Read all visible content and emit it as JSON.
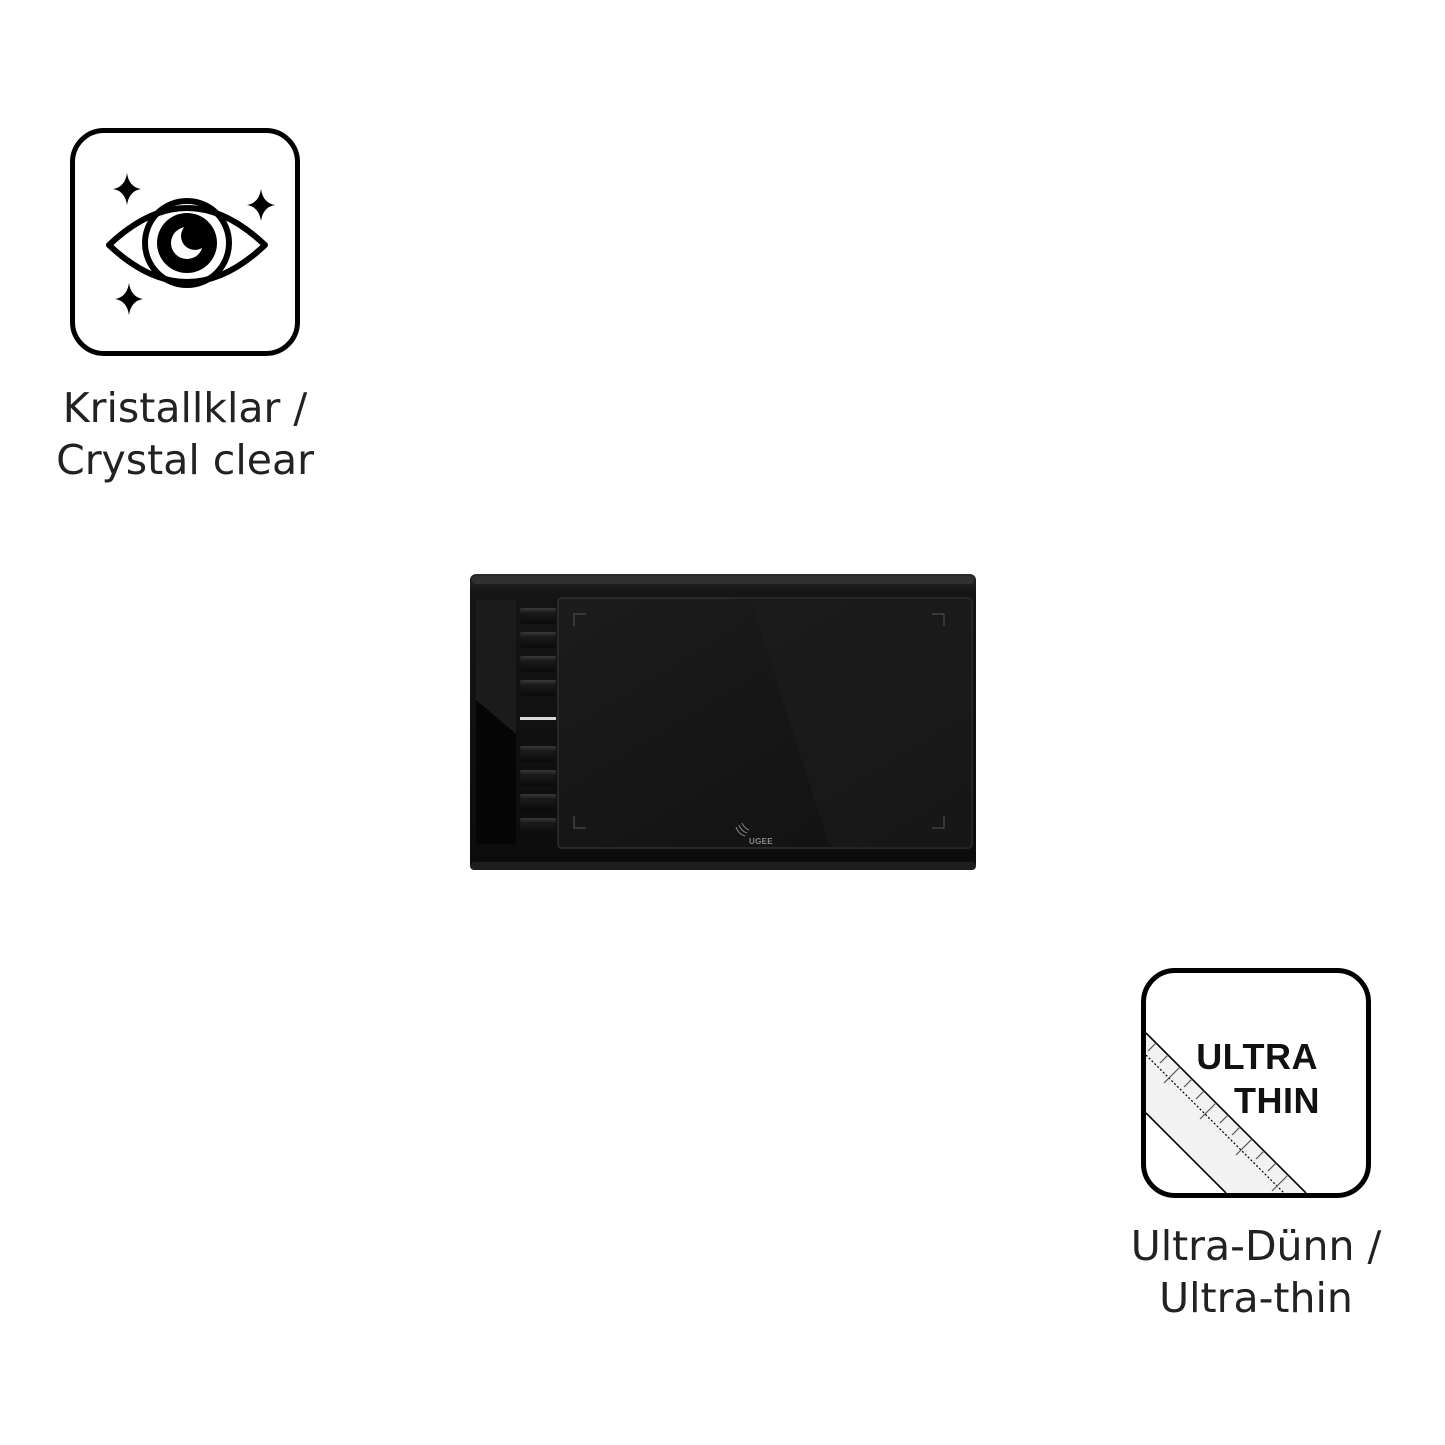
{
  "features": [
    {
      "icon": "eye-sparkle-icon",
      "caption_line1": "Kristallklar /",
      "caption_line2": "Crystal clear"
    },
    {
      "icon": "ruler-icon",
      "badge_line1": "ULTRA",
      "badge_line2": "THIN",
      "caption_line1": "Ultra-Dünn /",
      "caption_line2": "Ultra-thin"
    }
  ],
  "product": {
    "image": "drawing-tablet",
    "brand_logo_text": "UGEE"
  },
  "colors": {
    "badge_border": "#000000",
    "text": "#222222",
    "tablet_body": "#141414"
  }
}
